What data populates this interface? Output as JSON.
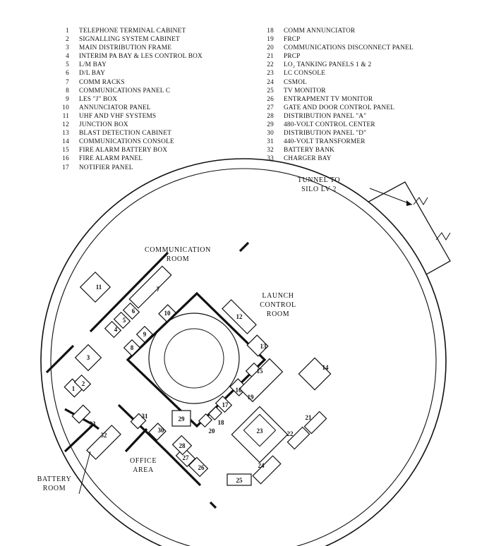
{
  "legend": {
    "left": [
      {
        "num": "1",
        "name": "TELEPHONE TERMINAL CABINET"
      },
      {
        "num": "2",
        "name": "SIGNALLING SYSTEM CABINET"
      },
      {
        "num": "3",
        "name": "MAIN DISTRIBUTION FRAME"
      },
      {
        "num": "4",
        "name": "INTERIM PA BAY & LES CONTROL BOX"
      },
      {
        "num": "5",
        "name": "L/M BAY"
      },
      {
        "num": "6",
        "name": "D/L BAY"
      },
      {
        "num": "7",
        "name": "COMM RACKS"
      },
      {
        "num": "8",
        "name": "COMMUNICATIONS PANEL C"
      },
      {
        "num": "9",
        "name": "LES \"J\" BOX"
      },
      {
        "num": "10",
        "name": "ANNUNCIATOR PANEL"
      },
      {
        "num": "11",
        "name": "UHF AND VHF SYSTEMS"
      },
      {
        "num": "12",
        "name": "JUNCTION BOX"
      },
      {
        "num": "13",
        "name": "BLAST DETECTION CABINET"
      },
      {
        "num": "14",
        "name": "COMMUNICATIONS CONSOLE"
      },
      {
        "num": "15",
        "name": "FIRE ALARM BATTERY BOX"
      },
      {
        "num": "16",
        "name": "FIRE ALARM PANEL"
      },
      {
        "num": "17",
        "name": "NOTIFIER PANEL"
      }
    ],
    "right": [
      {
        "num": "18",
        "name": "COMM ANNUNCIATOR"
      },
      {
        "num": "19",
        "name": "FRCP"
      },
      {
        "num": "20",
        "name": "COMMUNICATIONS DISCONNECT PANEL"
      },
      {
        "num": "21",
        "name": "PRCP"
      },
      {
        "num": "22",
        "name": "LO₂ TANKING PANELS 1 & 2"
      },
      {
        "num": "23",
        "name": "LC CONSOLE"
      },
      {
        "num": "24",
        "name": "CSMOL"
      },
      {
        "num": "25",
        "name": "TV MONITOR"
      },
      {
        "num": "26",
        "name": "ENTRAPMENT TV MONITOR"
      },
      {
        "num": "27",
        "name": "GATE AND DOOR CONTROL PANEL"
      },
      {
        "num": "28",
        "name": "DISTRIBUTION PANEL \"A\""
      },
      {
        "num": "29",
        "name": "480-VOLT CONTROL CENTER"
      },
      {
        "num": "30",
        "name": "DISTRIBUTION PANEL \"D\""
      },
      {
        "num": "31",
        "name": "440-VOLT TRANSFORMER"
      },
      {
        "num": "32",
        "name": "BATTERY BANK"
      },
      {
        "num": "33",
        "name": "CHARGER BAY"
      }
    ]
  },
  "rooms": {
    "communication": [
      "COMMUNICATION",
      "ROOM"
    ],
    "launch_control": [
      "LAUNCH",
      "CONTROL",
      "ROOM"
    ],
    "office": [
      "OFFICE",
      "AREA"
    ],
    "battery": [
      "BATTERY",
      "ROOM"
    ]
  },
  "tunnel_label": [
    "TUNNEL TO",
    "SILO LV 2"
  ],
  "equipment_numbers": {
    "n1": "1",
    "n2": "2",
    "n3": "3",
    "n4": "4",
    "n5": "5",
    "n6": "6",
    "n7": "7",
    "n8": "8",
    "n9": "9",
    "n10": "10",
    "n11": "11",
    "n12": "12",
    "n13": "13",
    "n14": "14",
    "n15": "15",
    "n16": "16",
    "n17": "17",
    "n18": "18",
    "n19": "19",
    "n20": "20",
    "n21": "21",
    "n22": "22",
    "n23": "23",
    "n24": "24",
    "n25": "25",
    "n26": "26",
    "n27": "27",
    "n28": "28",
    "n29": "29",
    "n30": "30",
    "n31": "31",
    "n32": "32",
    "n33": "33"
  }
}
